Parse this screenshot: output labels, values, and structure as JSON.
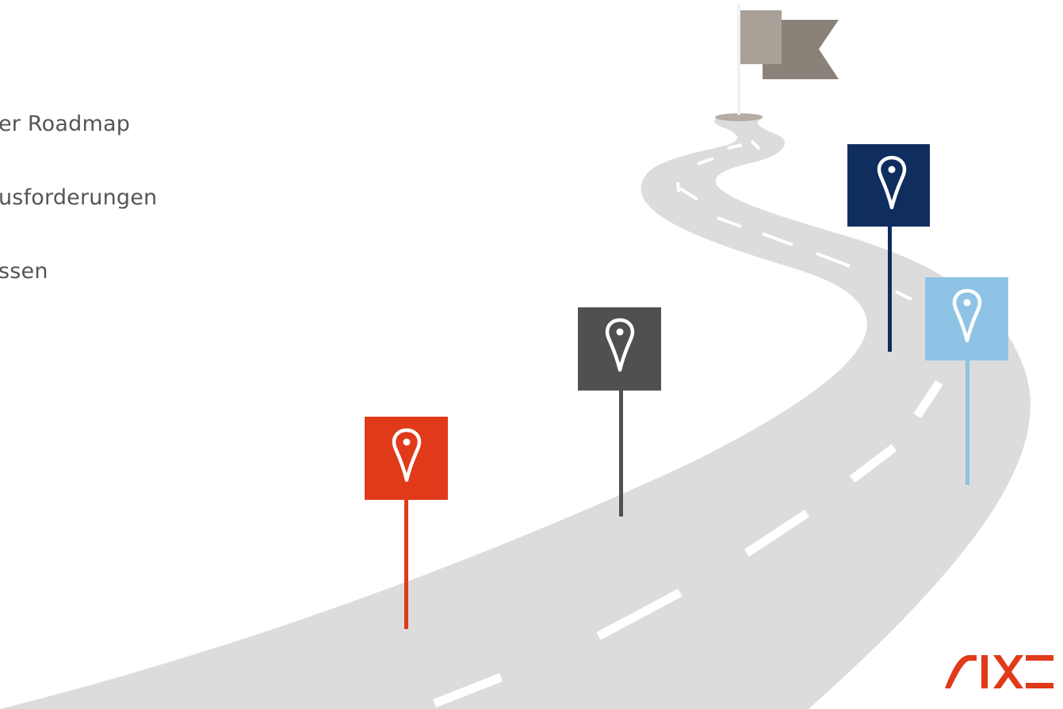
{
  "agenda": {
    "items": [
      {
        "label": "er Roadmap"
      },
      {
        "label": "usforderungen"
      },
      {
        "label": "ssen"
      }
    ]
  },
  "milestones": [
    {
      "name": "milestone-red",
      "color": "#E03A1A",
      "icon": "map-pin-icon"
    },
    {
      "name": "milestone-dark-gray",
      "color": "#505050",
      "icon": "map-pin-icon"
    },
    {
      "name": "milestone-navy",
      "color": "#0F2D5E",
      "icon": "map-pin-icon"
    },
    {
      "name": "milestone-light-blue",
      "color": "#8EC3E6",
      "icon": "map-pin-icon"
    }
  ],
  "goal_flag": {
    "icon": "goal-flag-icon",
    "colors": [
      "#A9A097",
      "#8A8178"
    ]
  },
  "road": {
    "color": "#DCDCDC",
    "marking_color": "#FFFFFF"
  },
  "logo": {
    "text": "SIX",
    "color": "#E03A1A"
  }
}
